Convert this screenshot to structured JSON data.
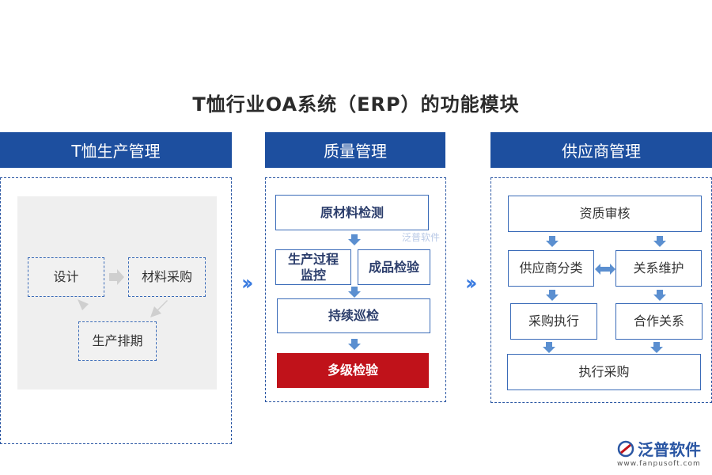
{
  "title": "T恤行业OA系统（ERP）的功能模块",
  "sections": {
    "production": {
      "header": "T恤生产管理",
      "nodes": {
        "design": "设计",
        "materials": "材料采购",
        "scheduling": "生产排期"
      }
    },
    "quality": {
      "header": "质量管理",
      "nodes": {
        "raw_inspection": "原材料检测",
        "process_monitor": "生产过程监控",
        "finished_inspection": "成品检验",
        "patrol": "持续巡检",
        "multi_level": "多级检验"
      }
    },
    "supplier": {
      "header": "供应商管理",
      "nodes": {
        "qualification": "资质审核",
        "classification": "供应商分类",
        "relationship": "关系维护",
        "procurement_exec": "采购执行",
        "cooperation": "合作关系",
        "execute_purchase": "执行采购"
      }
    }
  },
  "connector_glyph": "››",
  "watermark": "泛普软件",
  "logo": {
    "name": "泛普软件",
    "url": "www.fanpusoft.com"
  },
  "colors": {
    "header_bg": "#1d4f9f",
    "accent_red": "#c0121a",
    "arrow_blue": "#5b8fd0",
    "border_blue": "#2a56a3"
  }
}
